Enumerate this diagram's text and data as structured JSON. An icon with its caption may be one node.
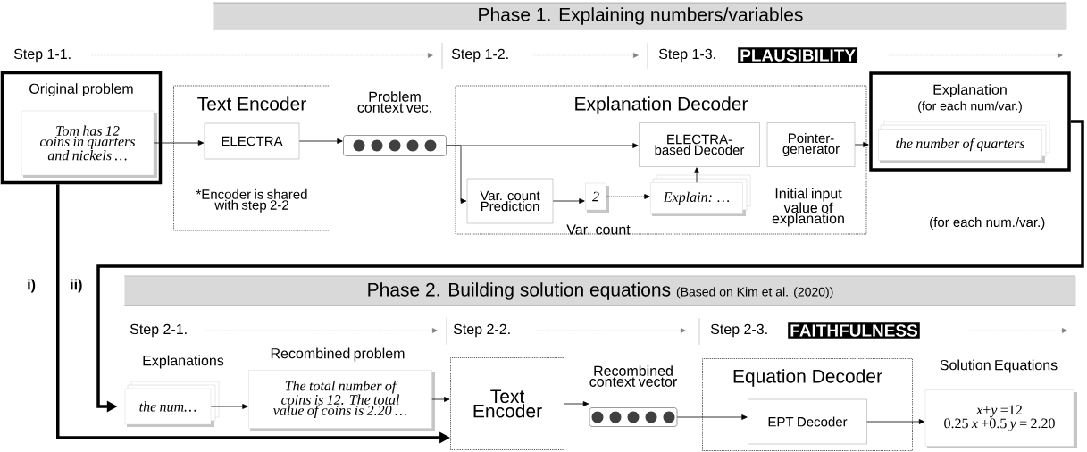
{
  "diagram": {
    "nodes": [
      {
        "text": [
          "Phase 1. Explaining numbers/variables"
        ]
      },
      {
        "text": [
          "Original problem"
        ]
      },
      {
        "text": [
          "Tom has 12 coins in quarters and nickels …"
        ],
        "in": 1
      },
      {
        "text": [
          "Text Encoder",
          "*Encoder is shared with step 2-2"
        ]
      },
      {
        "text": [
          "ELECTRA"
        ],
        "in": 3
      },
      {
        "text": [
          "Problem context vec."
        ]
      },
      {
        "text": [
          "Explanation Decoder"
        ]
      },
      {
        "text": [
          "ELECTRA-based Decoder"
        ],
        "in": 6
      },
      {
        "text": [
          "Pointer-generator"
        ],
        "in": 6
      },
      {
        "text": [
          "Var. count Prediction"
        ],
        "in": 6
      },
      {
        "text": [
          "2"
        ],
        "in": 6,
        "beside": [
          "Var. count"
        ]
      },
      {
        "text": [
          "Explain: …"
        ],
        "in": 6,
        "beside": [
          "Initial input value of explanation"
        ]
      },
      {
        "text": [
          "Explanation",
          "(for each num/var.)"
        ]
      },
      {
        "text": [
          "the number of quarters"
        ],
        "in": 12
      },
      {
        "text": [
          "Phase 2. Building solution equations",
          "(Based on Kim et al. (2020))"
        ]
      },
      {
        "text": [
          "the num…"
        ],
        "beside": [
          "Explanations"
        ]
      },
      {
        "text": [
          "The total number of coins is 12. The total value of coins is 2.20 …"
        ],
        "beside": [
          "Recombined problem"
        ]
      },
      {
        "text": [
          "Text Encoder"
        ]
      },
      {
        "text": [
          "Recombined context vector"
        ]
      },
      {
        "text": [
          "Equation Decoder"
        ]
      },
      {
        "text": [
          "EPT Decoder"
        ],
        "in": 19
      },
      {
        "text": [
          "*x*+*y* =12",
          "0.25 *x* +0.5 *y* = 2.20"
        ],
        "beside": [
          "Solution Equations"
        ]
      }
    ],
    "edges": [
      {
        "from": 2,
        "to": 4,
        "arrow": "to"
      },
      {
        "from": 4,
        "to": 5,
        "arrow": "to"
      },
      {
        "from": 5,
        "to": 7,
        "arrow": "to"
      },
      {
        "from": 5,
        "to": 9,
        "arrow": "to"
      },
      {
        "from": 9,
        "to": 10,
        "arrow": "to"
      },
      {
        "from": 10,
        "to": 11,
        "arrow": "to",
        "style": "dashed"
      },
      {
        "from": 11,
        "to": 7,
        "arrow": "to"
      },
      {
        "from": 8,
        "to": 12,
        "arrow": "to"
      },
      {
        "from": 12,
        "to": 15,
        "arrow": "to",
        "style": "thick"
      },
      {
        "from": 1,
        "to": 17,
        "arrow": "to",
        "style": "thick"
      },
      {
        "from": 15,
        "to": 16,
        "arrow": "to"
      },
      {
        "from": 16,
        "to": 17,
        "arrow": "to"
      },
      {
        "from": 17,
        "to": 18,
        "arrow": "to"
      },
      {
        "from": 18,
        "to": 20,
        "arrow": "to"
      },
      {
        "from": 20,
        "to": 21,
        "arrow": "to"
      }
    ],
    "labels": [
      "Step 1-1.",
      "Step 1-2.",
      "Step 1-3.",
      "PLAUSIBILITY",
      "(for each num./var.)",
      "i)",
      "ii)",
      "Step 2-1.",
      "Step 2-2.",
      "Step 2-3.",
      "FAITHFULNESS"
    ]
  }
}
